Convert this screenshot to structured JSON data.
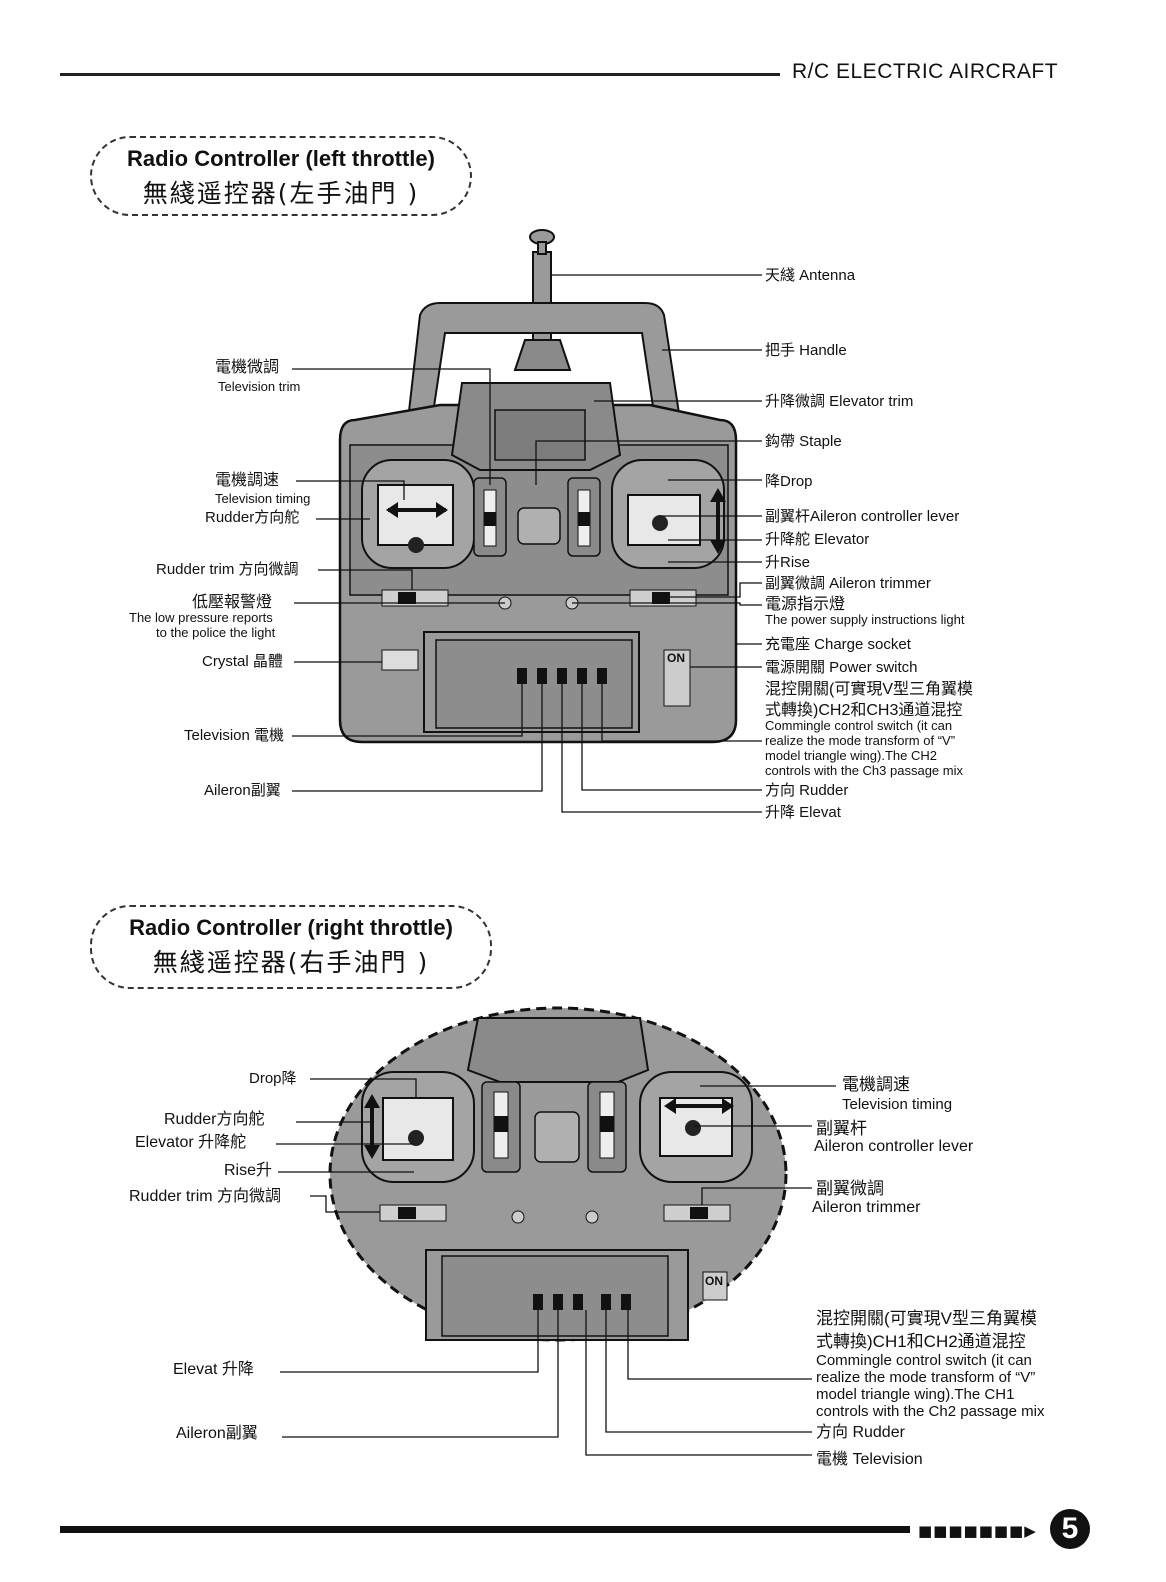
{
  "header": {
    "title": "R/C ELECTRIC AIRCRAFT"
  },
  "section1": {
    "title_en": "Radio Controller (left throttle)",
    "title_zh": "無綫遥控器(左手油門 )",
    "labels": {
      "antenna": "天綫 Antenna",
      "handle": "把手 Handle",
      "elevator_trim": "升降微調 Elevator trim",
      "staple": "鈎帶 Staple",
      "drop": "降Drop",
      "aileron_lever": "副翼杆Aileron controller lever",
      "elevator": "升降舵 Elevator",
      "rise": "升Rise",
      "aileron_trimmer": "副翼微調 Aileron trimmer",
      "power_light_zh": "電源指示燈",
      "power_light_en": "The power supply instructions light",
      "charge_socket": "充電座 Charge socket",
      "power_switch": "電源開關  Power switch",
      "mix_zh_1": "混控開關(可實現V型三角翼模",
      "mix_zh_2": "式轉換)CH2和CH3通道混控",
      "mix_en_1": "Commingle control switch (it can",
      "mix_en_2": "realize the mode transform of “V”",
      "mix_en_3": "model triangle wing).The CH2",
      "mix_en_4": "controls with the Ch3 passage mix",
      "rudder_b": "方向 Rudder",
      "elevat_b": "升降 Elevat",
      "tv_trim_zh": "電機微調",
      "tv_trim_en": "Television trim",
      "tv_timing_zh": "電機調速",
      "tv_timing_en": "Television timing",
      "rudder": "Rudder方向舵",
      "rudder_trim": "Rudder trim 方向微調",
      "low_pressure_zh": "低壓報警燈",
      "low_pressure_en_1": "The low pressure reports",
      "low_pressure_en_2": "to the police the light",
      "crystal": "Crystal 晶體",
      "television": "Television 電機",
      "aileron": "Aileron副翼",
      "on_mark": "ON"
    }
  },
  "section2": {
    "title_en": "Radio Controller (right throttle)",
    "title_zh": "無綫遥控器(右手油門 )",
    "labels": {
      "drop": "Drop降",
      "rudder": "Rudder方向舵",
      "elevator": "Elevator 升降舵",
      "rise": "Rise升",
      "rudder_trim": "Rudder trim 方向微調",
      "tv_timing_zh": "電機調速",
      "tv_timing_en": "Television timing",
      "aileron_lever_zh": "副翼杆",
      "aileron_lever_en": "Aileron controller lever",
      "aileron_trimmer_zh": "副翼微調",
      "aileron_trimmer_en": "Aileron trimmer",
      "mix_zh_1": "混控開關(可實現V型三角翼模",
      "mix_zh_2": "式轉換)CH1和CH2通道混控",
      "mix_en_1": "Commingle control switch (it can",
      "mix_en_2": "realize the mode transform of “V”",
      "mix_en_3": "model triangle wing).The CH1",
      "mix_en_4": "controls with the Ch2 passage mix",
      "rudder_b": "方向 Rudder",
      "television_b": "電機 Television",
      "elevat": "Elevat 升降",
      "aileron": "Aileron副翼",
      "on_mark": "ON"
    }
  },
  "footer": {
    "page_number": "5",
    "dots": "■■■■■■■▶"
  }
}
